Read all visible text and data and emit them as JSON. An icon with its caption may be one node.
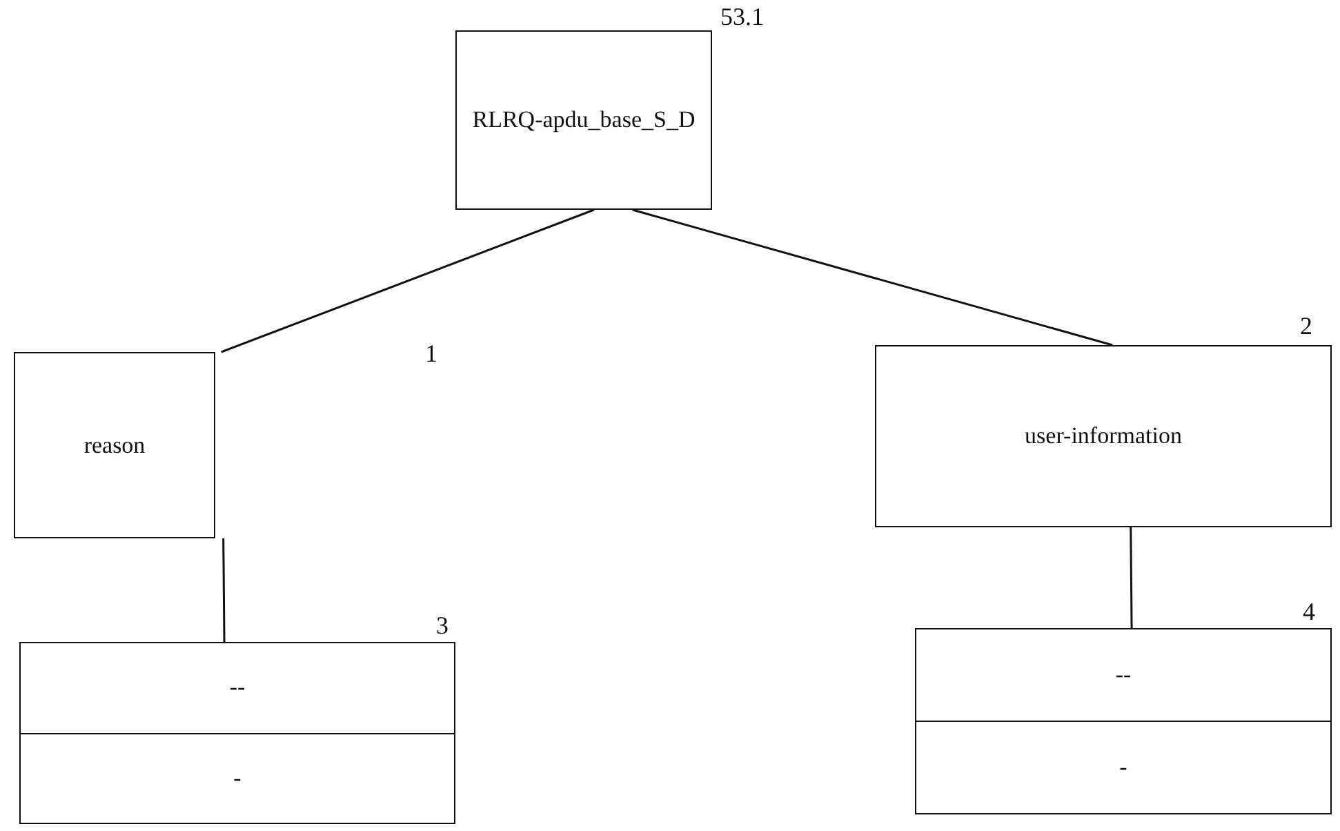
{
  "diagram": {
    "nodes": [
      {
        "text": [
          "RLRQ-apdu_base_S_D"
        ],
        "beside": [
          "53.1"
        ]
      },
      {
        "text": [
          "reason"
        ]
      },
      {
        "text": [
          "user-information"
        ],
        "beside": [
          "2"
        ]
      },
      {
        "text": [
          "--",
          "-"
        ],
        "beside": [
          "3"
        ]
      },
      {
        "text": [
          "--",
          "-"
        ],
        "beside": [
          "4"
        ]
      }
    ],
    "edges": [
      {
        "from": 0,
        "to": 1,
        "arrow": "none"
      },
      {
        "from": 0,
        "to": 2,
        "arrow": "none"
      },
      {
        "from": 1,
        "to": 3,
        "arrow": "none"
      },
      {
        "from": 2,
        "to": 4,
        "arrow": "none"
      }
    ],
    "labels": [
      "1"
    ]
  }
}
